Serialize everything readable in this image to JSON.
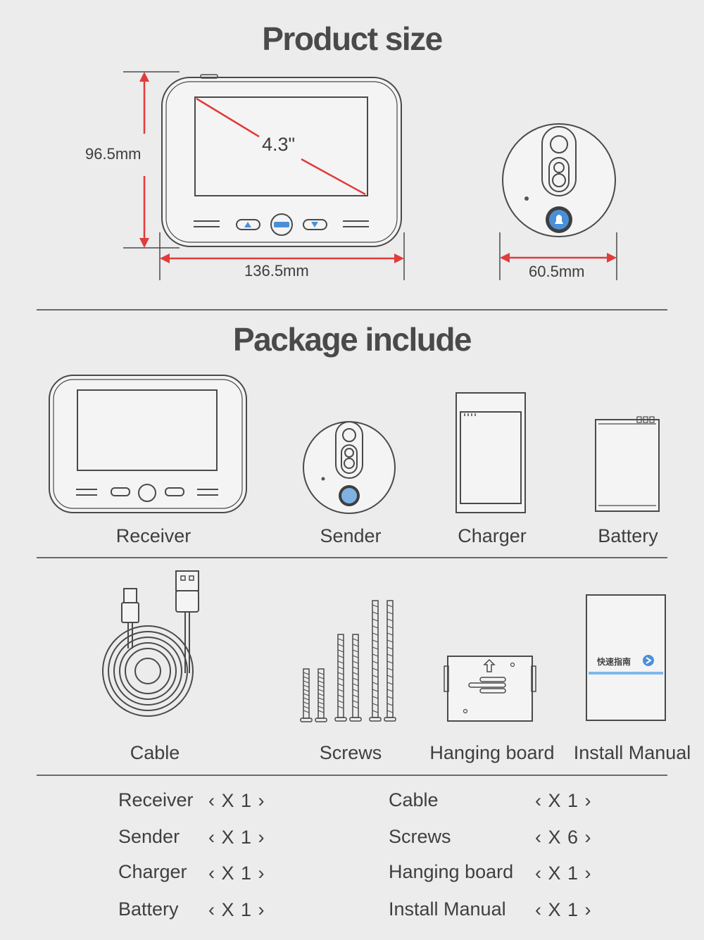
{
  "product_size": {
    "title": "Product size",
    "height_label": "96.5mm",
    "width_label": "136.5mm",
    "screen_label": "4.3\"",
    "sender_width_label": "60.5mm"
  },
  "package": {
    "title": "Package include",
    "items": [
      {
        "label": "Receiver",
        "icon": "receiver-icon"
      },
      {
        "label": "Sender",
        "icon": "sender-icon"
      },
      {
        "label": "Charger",
        "icon": "charger-icon"
      },
      {
        "label": "Battery",
        "icon": "battery-icon"
      },
      {
        "label": "Cable",
        "icon": "cable-icon"
      },
      {
        "label": "Screws",
        "icon": "screws-icon"
      },
      {
        "label": "Hanging board",
        "icon": "hanging-board-icon"
      },
      {
        "label": "Install Manual",
        "icon": "manual-icon"
      }
    ],
    "manual_cover_text": "快速指南"
  },
  "quantities": [
    {
      "name": "Receiver",
      "qty": "X 1"
    },
    {
      "name": "Sender",
      "qty": "X 1"
    },
    {
      "name": "Charger",
      "qty": "X 1"
    },
    {
      "name": "Battery",
      "qty": "X 1"
    },
    {
      "name": "Cable",
      "qty": "X 1"
    },
    {
      "name": "Screws",
      "qty": "X 6"
    },
    {
      "name": "Hanging board",
      "qty": "X 1"
    },
    {
      "name": "Install Manual",
      "qty": "X 1"
    }
  ],
  "colors": {
    "dimension_line": "#e23b3b",
    "accent": "#4a90d9",
    "background": "#ececec"
  }
}
